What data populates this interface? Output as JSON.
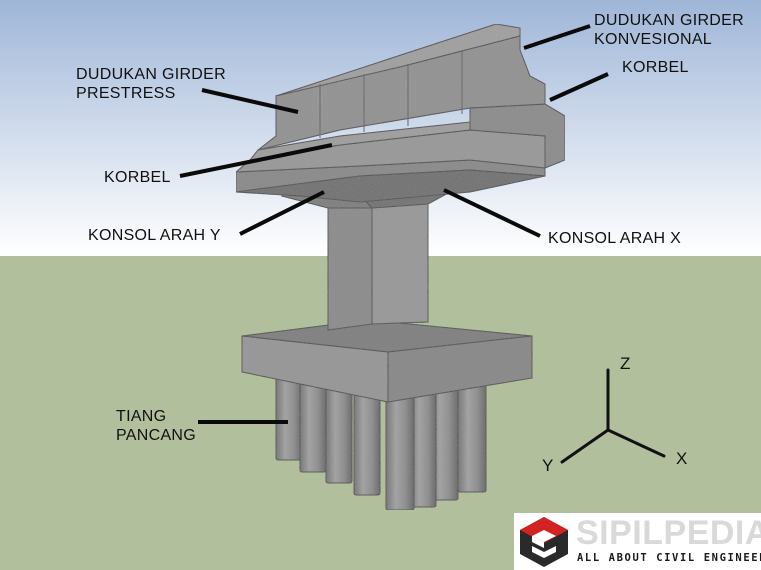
{
  "labels": {
    "dudukan_girder_konvesional": [
      "DUDUKAN GIRDER",
      "KONVESIONAL"
    ],
    "korbel_right": "KORBEL",
    "dudukan_girder_prestress": [
      "DUDUKAN GIRDER",
      "PRESTRESS"
    ],
    "korbel_left": "KORBEL",
    "konsol_arah_y": "KONSOL ARAH Y",
    "konsol_arah_x": "KONSOL  ARAH  X",
    "tiang_pancang": [
      "TIANG",
      "PANCANG"
    ]
  },
  "axes": {
    "z": "Z",
    "y": "Y",
    "x": "X"
  },
  "logo": {
    "title": "SIPILPEDIA",
    "subtitle": "ALL ABOUT CIVIL ENGINEERING"
  },
  "colors": {
    "sky_top": "#9fb6d8",
    "sky_bottom": "#ffffff",
    "ground": "#b2bf9c",
    "concrete_light": "#9a9a9a",
    "concrete_mid": "#858585",
    "concrete_dark": "#5f5f5f",
    "logo_red": "#d32222",
    "logo_dark": "#2a2a2a"
  }
}
